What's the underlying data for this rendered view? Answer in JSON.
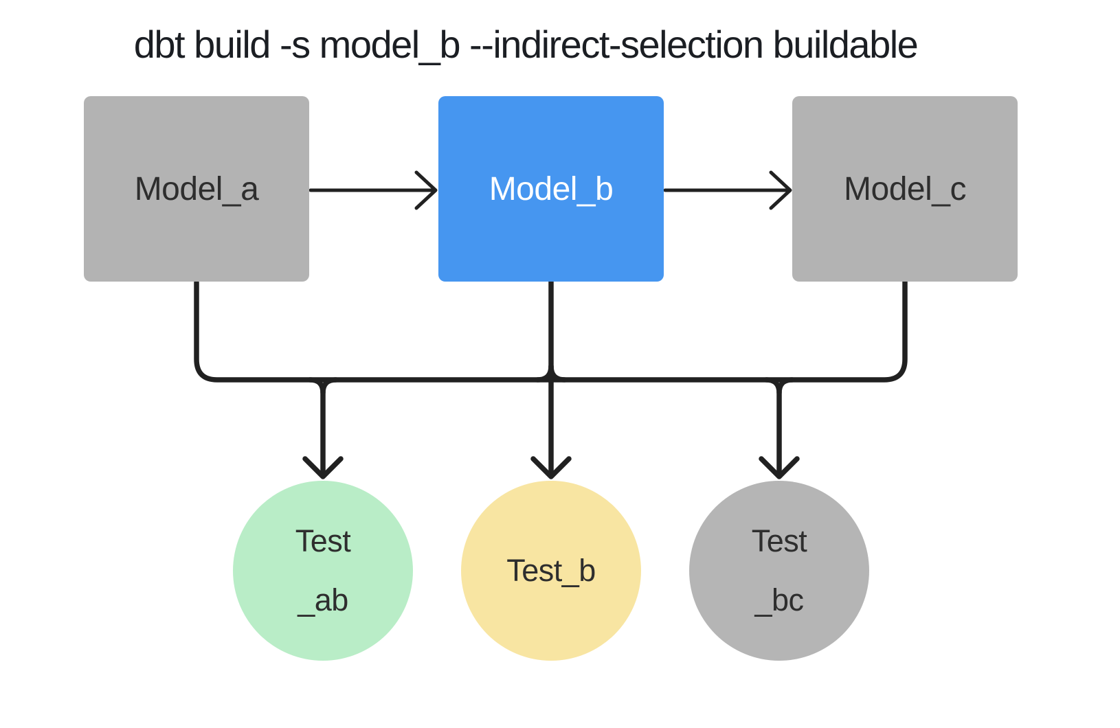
{
  "title": "dbt build -s model_b --indirect-selection buildable",
  "colors": {
    "line": "#212121",
    "title_text": "#1b1e23",
    "node_text_dark": "#2e2e2e",
    "node_text_light": "#ffffff",
    "model_selected": "#4696f0",
    "model_unselected": "#b3b3b3",
    "test_included": "#b9edc7",
    "test_primary": "#f8e5a2",
    "test_excluded": "#b5b5b5",
    "bg": "#ffffff"
  },
  "models": [
    {
      "id": "model_a",
      "label": "Model_a",
      "state": "unselected"
    },
    {
      "id": "model_b",
      "label": "Model_b",
      "state": "selected"
    },
    {
      "id": "model_c",
      "label": "Model_c",
      "state": "unselected"
    }
  ],
  "tests": [
    {
      "id": "test_ab",
      "lines": [
        "Test",
        "_ab"
      ],
      "state": "included"
    },
    {
      "id": "test_b",
      "lines": [
        "Test_b"
      ],
      "state": "primary"
    },
    {
      "id": "test_bc",
      "lines": [
        "Test",
        "_bc"
      ],
      "state": "excluded"
    }
  ],
  "edges": [
    {
      "from": "model_a",
      "to": "model_b"
    },
    {
      "from": "model_b",
      "to": "model_c"
    },
    {
      "from": "model_a",
      "to": "test_ab"
    },
    {
      "from": "model_b",
      "to": "test_b"
    },
    {
      "from": "model_c",
      "to": "test_bc"
    }
  ]
}
